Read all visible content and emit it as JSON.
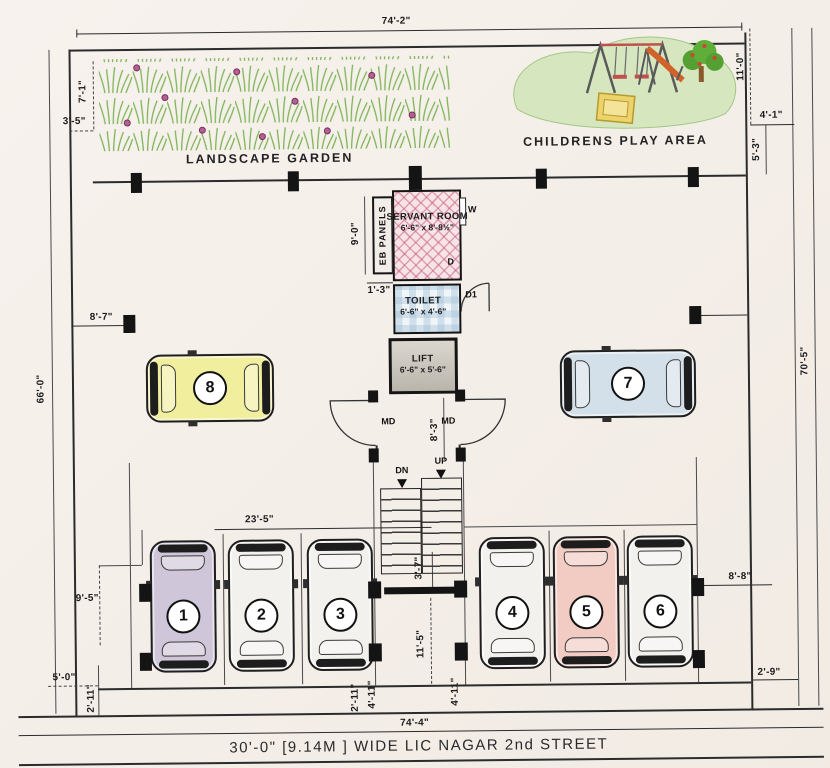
{
  "labels": {
    "garden": "LANDSCAPE GARDEN",
    "play_area": "CHILDRENS  PLAY AREA",
    "street": "30'-0\" [9.14M ] WIDE LIC  NAGAR 2nd STREET"
  },
  "rooms": {
    "eb_panels": "EB PANELS",
    "servant": {
      "name": "SERVANT ROOM",
      "size": "6'-6\" x 8'-8½\""
    },
    "toilet": {
      "name": "TOILET",
      "size": "6'-6\" x 4'-6\""
    },
    "lift": {
      "name": "LIFT",
      "size": "6'-6\" x 5'-6\""
    }
  },
  "openings": {
    "window_w": "W",
    "door_d": "D",
    "door_d1": "D1",
    "md_left": "MD",
    "md_right": "MD"
  },
  "stairs": {
    "down": "DN",
    "up": "UP"
  },
  "dims": {
    "top_width": "74'-2\"",
    "bottom_width": "74'-4\"",
    "left_total": "66'-0\"",
    "right_total": "70'-5\"",
    "garden_depth": "7'-1\"",
    "garden_setback": "3'-5\"",
    "play_depth": "11'-0\"",
    "play_inset": "4'-1\"",
    "play_side": "5'-3\"",
    "left_bay": "8'-7\"",
    "eb_depth": "9'-0\"",
    "eb_width": "1'-3\"",
    "lobby_depth": "8'-3\"",
    "bay_width": "23'-5\"",
    "left_drive": "9'-5\"",
    "left_setback": "5'-0\"",
    "left_gate": "2'-11\"",
    "stair_landing": "3'-7\"",
    "drive_width": "11'-5\"",
    "drive_left_a": "2'-11\"",
    "drive_left_b": "4'-11\"",
    "drive_right": "4'-11\"",
    "right_bay": "8'-8\"",
    "right_setback": "2'-9\""
  },
  "cars": [
    {
      "number": "1",
      "color": "#cfc6da"
    },
    {
      "number": "2",
      "color": "#f3f1ee"
    },
    {
      "number": "3",
      "color": "#f3f1ee"
    },
    {
      "number": "4",
      "color": "#f3f1ee"
    },
    {
      "number": "5",
      "color": "#f2cbc2"
    },
    {
      "number": "6",
      "color": "#f3f1ee"
    },
    {
      "number": "7",
      "color": "#d4e0e9"
    },
    {
      "number": "8",
      "color": "#f1ee9e"
    }
  ],
  "colors": {
    "paper": "#f5efe9",
    "grass": "#7db457",
    "play_ground": "#d6e7c0",
    "servant_hatch": "#d589a2",
    "toilet_tile": "#a9c4d6",
    "slide": "#d2622a",
    "sand": "#ecd36b"
  }
}
